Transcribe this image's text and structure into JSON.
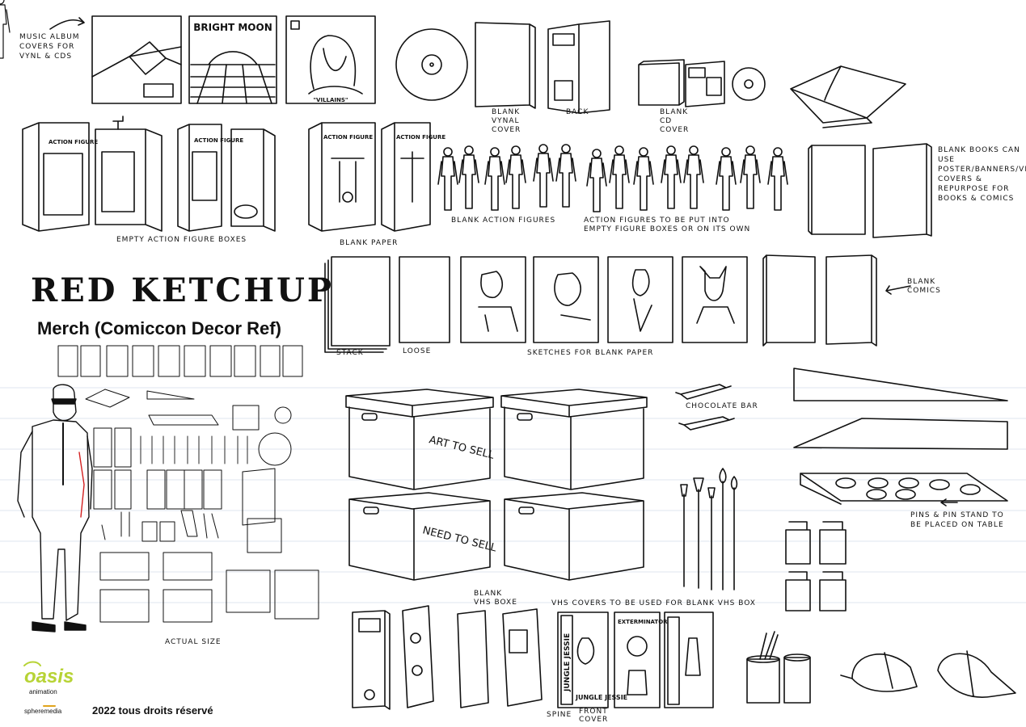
{
  "title": "RED KETCHUP",
  "subtitle": "Merch (Comiccon Decor Ref)",
  "copyright": "2022 tous droits réservé",
  "logo": {
    "name": "oasis",
    "sub": "animation",
    "partner": "spheremedia",
    "color": "#b7d335"
  },
  "notes": {
    "album_covers": "Music album covers for vynl & CDs",
    "blank_vynl": "Blank vynal cover",
    "back": "Back",
    "blank_cd": "Blank CD cover",
    "blank_books": "Blank books can use poster/banners/vhs covers & repurpose for books & comics",
    "empty_boxes": "Empty action figure boxes",
    "blank_figures": "Blank action figures",
    "figures_to_box": "Action figures to be put into empty figure boxes or on its own",
    "blank_paper": "Blank paper",
    "stack": "Stack",
    "loose": "Loose",
    "sketches": "Sketches for blank paper",
    "blank_comics": "Blank comics",
    "chocolate": "Chocolate bar",
    "pins": "Pins & pin stand to be placed on table",
    "blank_vhs": "Blank VHS boxe",
    "vhs_covers": "VHS covers to be used for blank VHS box",
    "spine": "Spine",
    "front": "Front cover",
    "actual_size": "Actual size"
  },
  "artwork_text": {
    "bright_moon": "BRIGHT MOON",
    "villains": "\"VILLAINS\"",
    "action_figure": "ACTION FIGURE",
    "art_to_sell": "ART TO SELL",
    "need_to_sell": "NEED TO SELL",
    "jungle_jessie": "JUNGLE JESSIE",
    "exterminator": "EXTERMINATOR"
  }
}
